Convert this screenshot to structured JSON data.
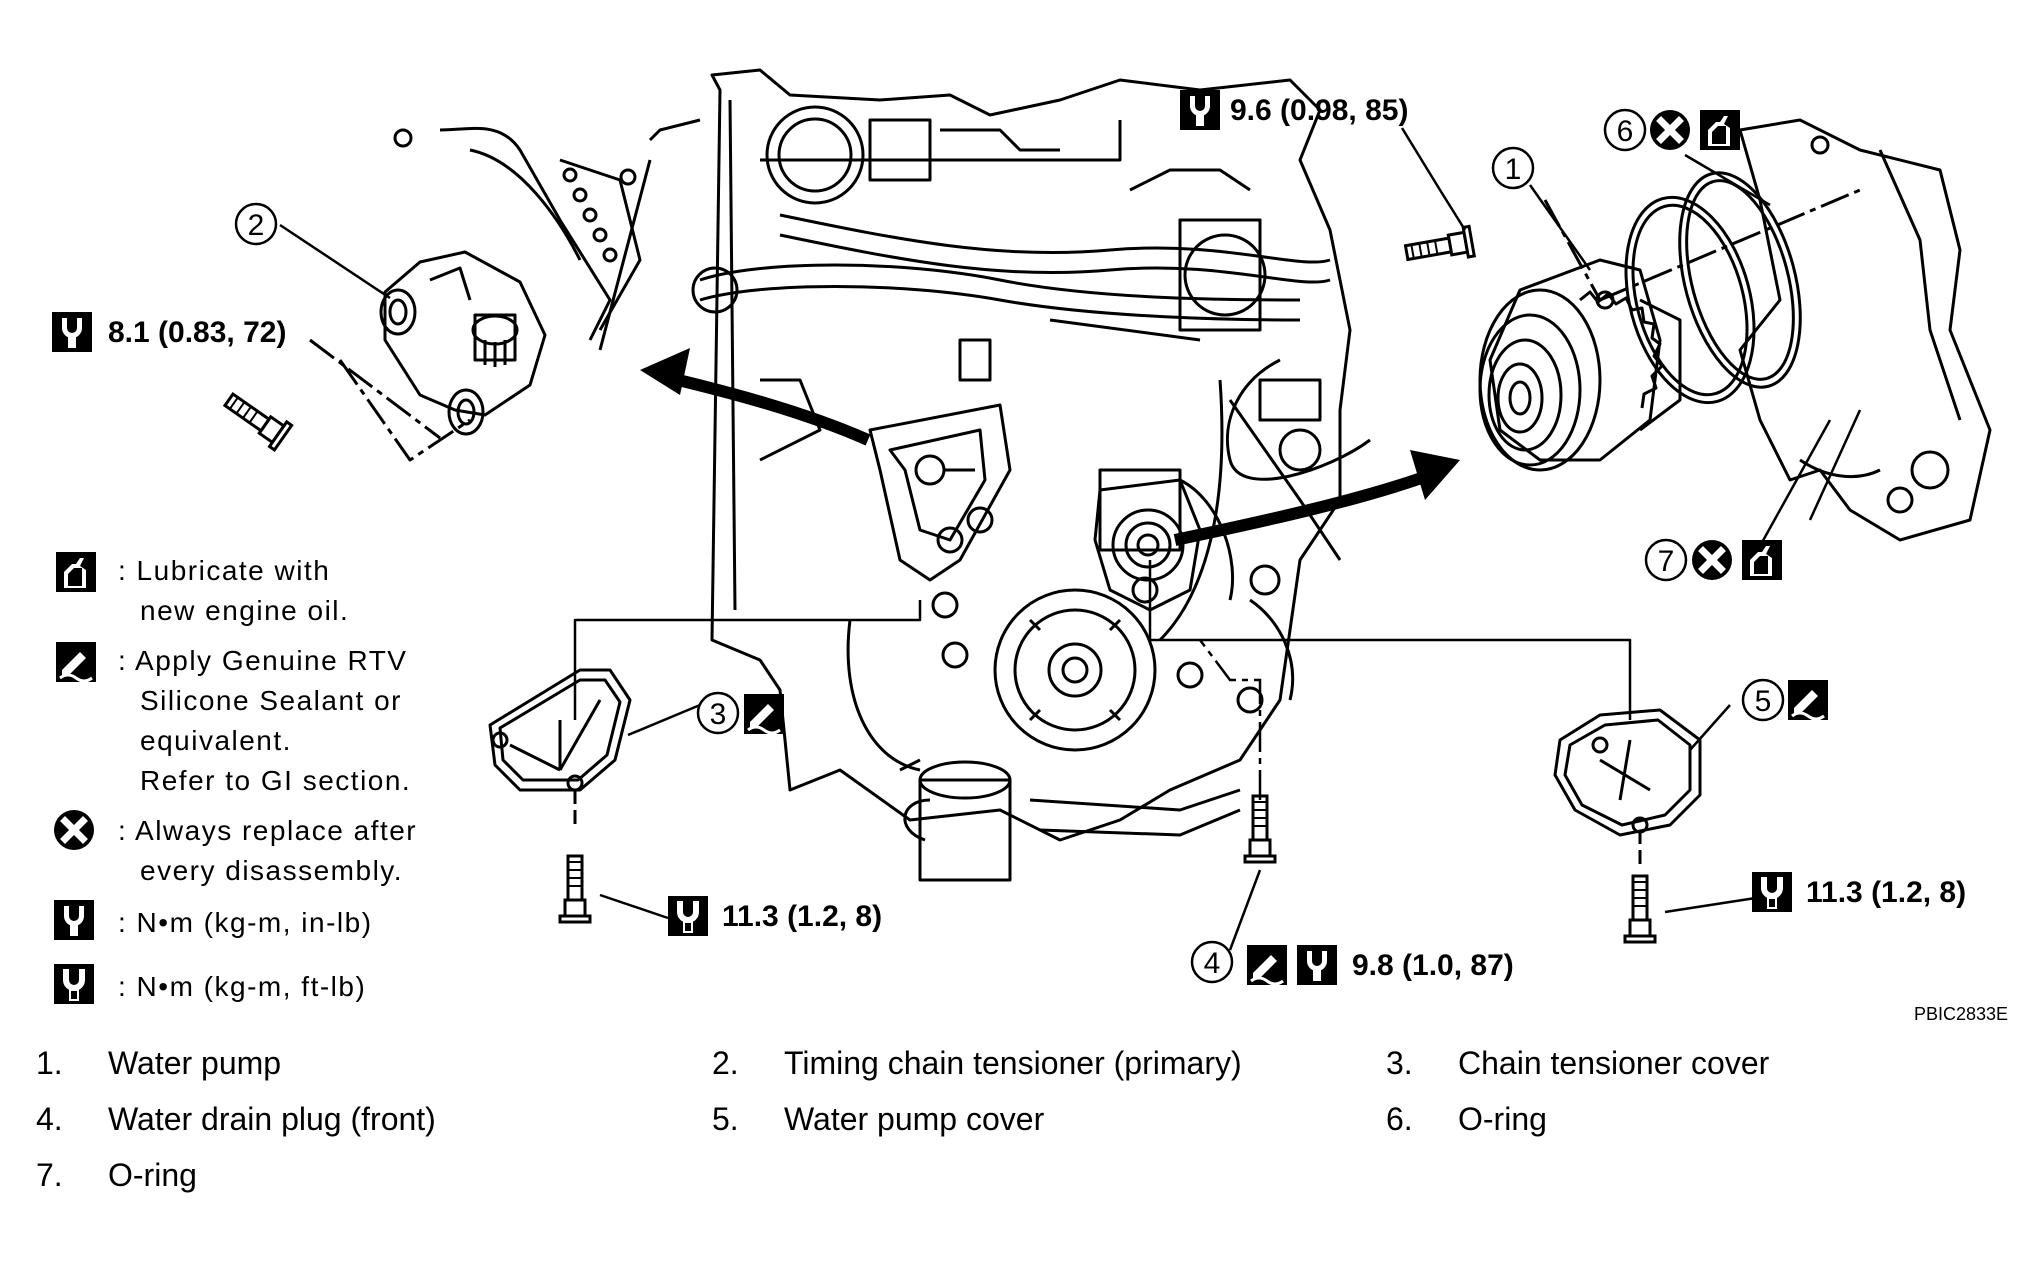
{
  "figure_ref": "PBIC2833E",
  "torque_specs": [
    {
      "value": "9.6 (0.98, 85)",
      "unit_icon": "torque-in-lb-icon"
    },
    {
      "value": "8.1 (0.83, 72)",
      "unit_icon": "torque-in-lb-icon"
    },
    {
      "value": "11.3 (1.2, 8)",
      "unit_icon": "torque-ft-lb-icon"
    },
    {
      "value": "9.8 (1.0, 87)",
      "unit_icon": "torque-in-lb-icon"
    },
    {
      "value": "11.3 (1.2, 8)",
      "unit_icon": "torque-ft-lb-icon"
    }
  ],
  "callouts": [
    "1",
    "2",
    "3",
    "4",
    "5",
    "6",
    "7"
  ],
  "legend": [
    {
      "icon": "oil-can-icon",
      "lines": [
        ": Lubricate with",
        "new engine oil."
      ]
    },
    {
      "icon": "sealant-icon",
      "lines": [
        ": Apply Genuine RTV",
        "Silicone Sealant or",
        "equivalent.",
        "Refer to GI section."
      ]
    },
    {
      "icon": "replace-x-icon",
      "lines": [
        ": Always replace after",
        "every disassembly."
      ]
    },
    {
      "icon": "torque-in-lb-icon",
      "lines": [
        ": N•m (kg-m, in-lb)"
      ]
    },
    {
      "icon": "torque-ft-lb-icon",
      "lines": [
        ": N•m (kg-m, ft-lb)"
      ]
    }
  ],
  "parts": [
    {
      "num": "1.",
      "name": "Water pump"
    },
    {
      "num": "2.",
      "name": "Timing chain tensioner (primary)"
    },
    {
      "num": "3.",
      "name": "Chain tensioner cover"
    },
    {
      "num": "4.",
      "name": "Water drain plug (front)"
    },
    {
      "num": "5.",
      "name": "Water pump cover"
    },
    {
      "num": "6.",
      "name": "O-ring"
    },
    {
      "num": "7.",
      "name": "O-ring"
    }
  ]
}
